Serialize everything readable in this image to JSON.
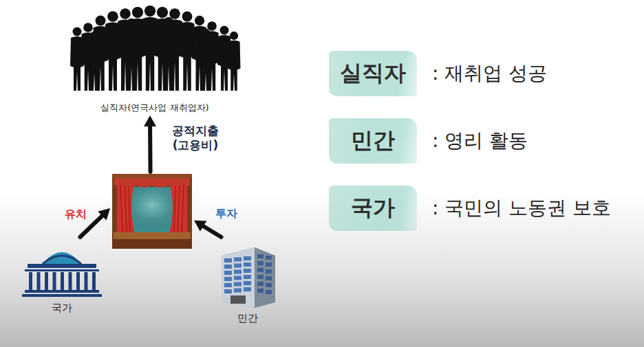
{
  "diagram": {
    "nodes": [
      {
        "text": [
          "실직자(연극사업 재취업자)"
        ]
      },
      {
        "text": []
      },
      {
        "text": [
          "국가"
        ]
      },
      {
        "text": [
          "민간"
        ]
      },
      {
        "text": [
          "실직자",
          ": 재취업 성공"
        ]
      },
      {
        "text": [
          "민간",
          ": 영리 활동"
        ]
      },
      {
        "text": [
          "국가",
          ": 국민의 노동권 보호"
        ]
      }
    ],
    "edges": [
      {
        "from": 1,
        "to": 0,
        "label": "공적지출 (고용비)",
        "arrow": "to"
      },
      {
        "from": 2,
        "to": 1,
        "label": "유치",
        "arrow": "to"
      },
      {
        "from": 3,
        "to": 1,
        "label": "투자",
        "arrow": "to"
      }
    ]
  }
}
